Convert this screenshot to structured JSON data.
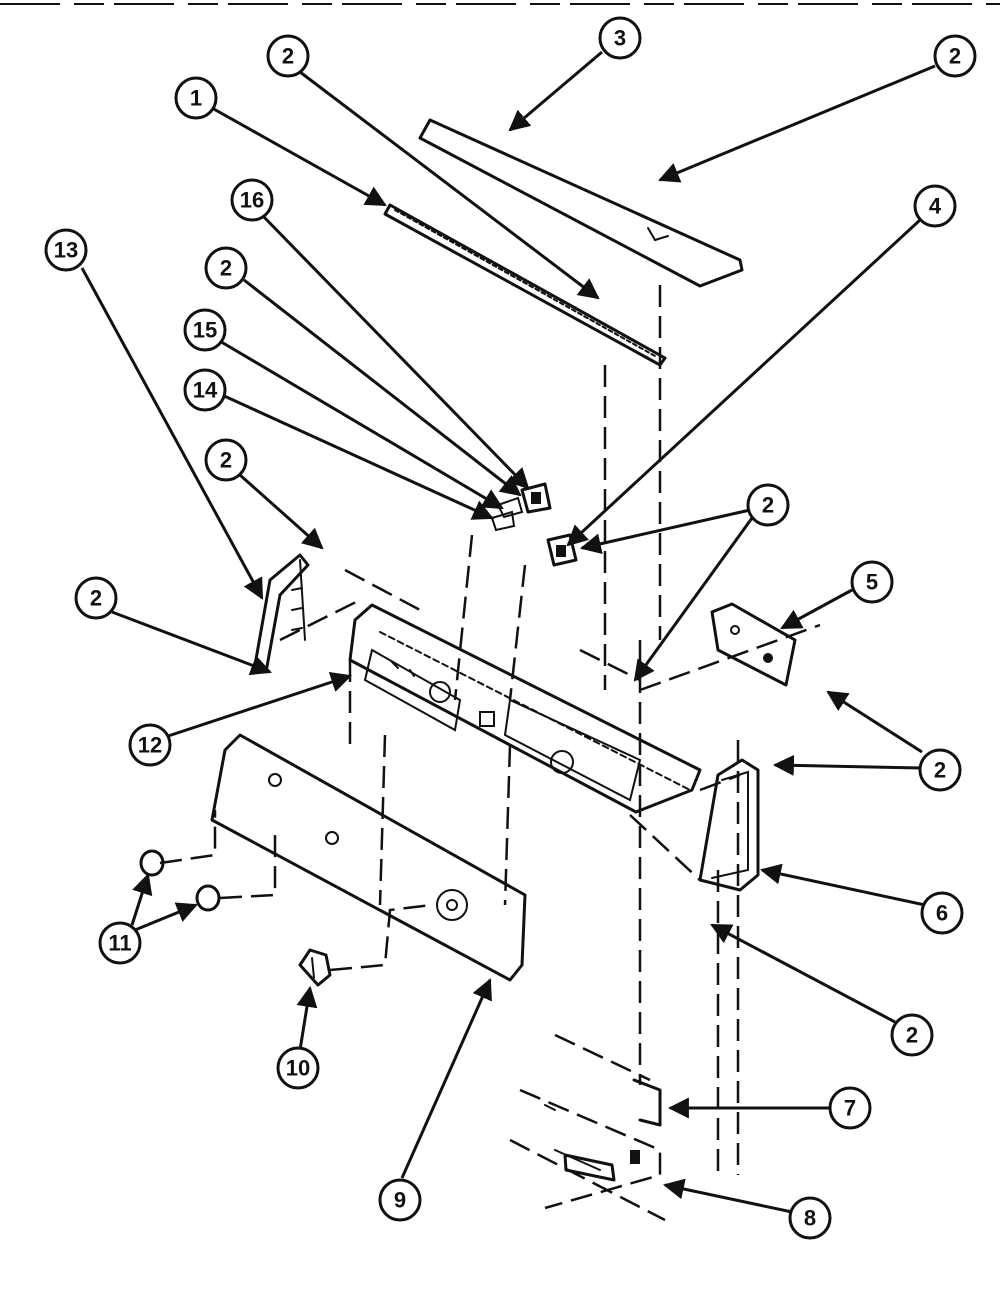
{
  "callouts": [
    {
      "id": "c1",
      "label": "1"
    },
    {
      "id": "c2a",
      "label": "2"
    },
    {
      "id": "c3",
      "label": "3"
    },
    {
      "id": "c2b",
      "label": "2"
    },
    {
      "id": "c4",
      "label": "4"
    },
    {
      "id": "c16",
      "label": "16"
    },
    {
      "id": "c2c",
      "label": "2"
    },
    {
      "id": "c15",
      "label": "15"
    },
    {
      "id": "c14",
      "label": "14"
    },
    {
      "id": "c13",
      "label": "13"
    },
    {
      "id": "c2d",
      "label": "2"
    },
    {
      "id": "c2e",
      "label": "2"
    },
    {
      "id": "c2f",
      "label": "2"
    },
    {
      "id": "c5",
      "label": "5"
    },
    {
      "id": "c12",
      "label": "12"
    },
    {
      "id": "c2g",
      "label": "2"
    },
    {
      "id": "c6",
      "label": "6"
    },
    {
      "id": "c11",
      "label": "11"
    },
    {
      "id": "c2h",
      "label": "2"
    },
    {
      "id": "c10",
      "label": "10"
    },
    {
      "id": "c7",
      "label": "7"
    },
    {
      "id": "c9",
      "label": "9"
    },
    {
      "id": "c8",
      "label": "8"
    }
  ],
  "colors": {
    "line": "#111111",
    "background": "#ffffff"
  }
}
